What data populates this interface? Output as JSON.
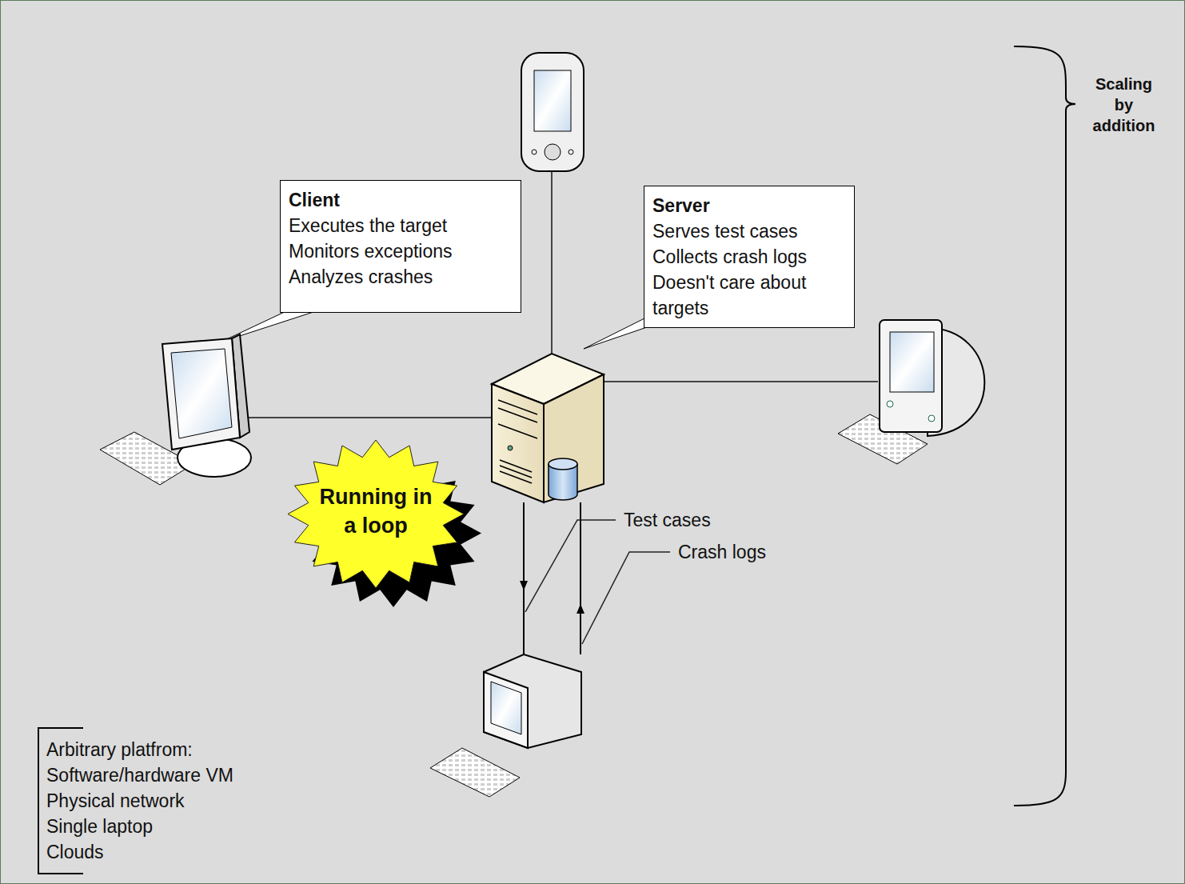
{
  "diagram": {
    "nodes": [
      {
        "text": [
          "Client",
          "Executes the target",
          "Monitors exceptions",
          "Analyzes crashes"
        ]
      },
      {
        "text": [
          "Server",
          "Serves test cases",
          "Collects crash logs",
          "Doesn't care about targets"
        ]
      },
      {
        "text": [
          "Running in a loop"
        ]
      }
    ],
    "labels": [
      "Test cases",
      "Crash logs",
      "Scaling by addition",
      "Arbitrary platfrom:",
      "Software/hardware VM",
      "Physical network",
      "Single laptop",
      "Clouds"
    ]
  }
}
